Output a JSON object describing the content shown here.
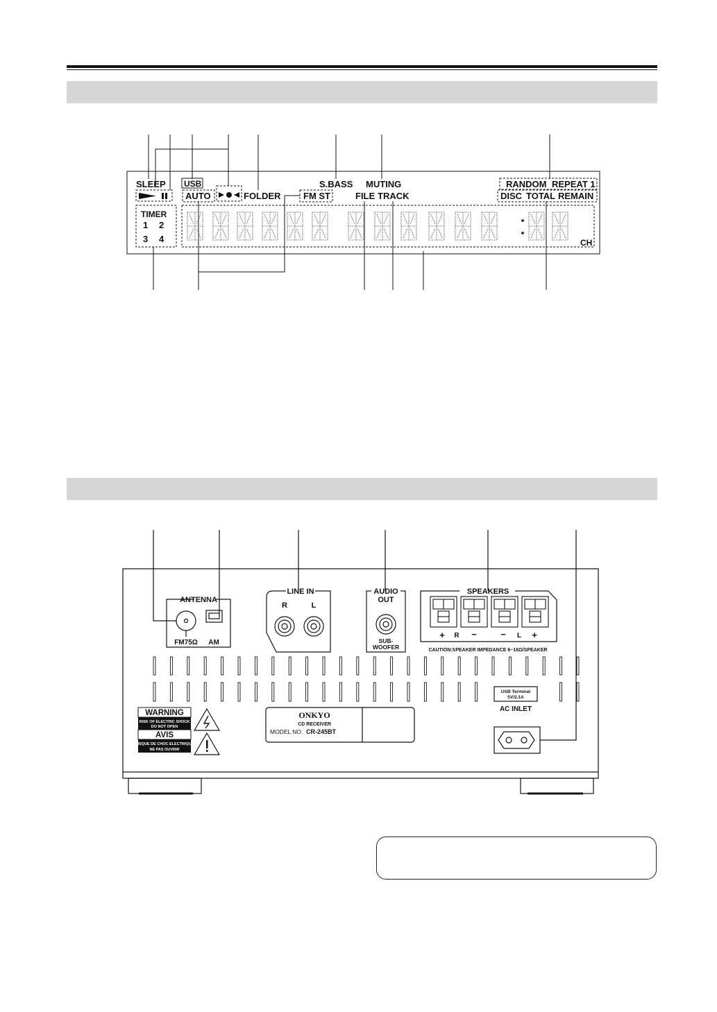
{
  "display": {
    "labels": {
      "sleep": "SLEEP",
      "usb": "USB",
      "folder": "FOLDER",
      "sbass": "S.BASS",
      "muting": "MUTING",
      "random": "RANDOM",
      "repeat": "REPEAT 1",
      "auto": "AUTO",
      "fmst": "FM ST",
      "file": "FILE",
      "track": "TRACK",
      "disc": "DISC",
      "total": "TOTAL",
      "remain": "REMAIN",
      "timer": "TIMER",
      "t1": "1",
      "t2": "2",
      "t3": "3",
      "t4": "4",
      "ch": "CH"
    }
  },
  "rear": {
    "antenna": "ANTENNA",
    "fm": "FM75Ω",
    "am": "AM",
    "line_in": "LINE IN",
    "r": "R",
    "l": "L",
    "audio_out_1": "AUDIO",
    "audio_out_2": "OUT",
    "sub1": "SUB-",
    "sub2": "WOOFER",
    "speakers": "SPEAKERS",
    "sp_plus": "+",
    "sp_r": "R",
    "sp_minus": "−",
    "sp_l": "L",
    "caution": "CAUTION:SPEAKER IMPEDANCE 6~16Ω/SPEAKER",
    "usb_terminal_1": "USB Terminal",
    "usb_terminal_2": "5V/2.1A",
    "ac_inlet": "AC INLET",
    "warning": "WARNING",
    "warning_sub1": "RISK OF ELECTRIC SHOCK",
    "warning_sub2": "DO NOT OPEN",
    "avis": "AVIS",
    "avis_sub1": "RISQUE DE CHOC ELECTRIQUE",
    "avis_sub2": "NE PAS OUVRIR",
    "brand": "ONKYO",
    "product": "CD RECEIVER",
    "model_label": "MODEL NO.",
    "model": "CR-245BT"
  },
  "colors": {
    "header_bar": "#d6d6d6",
    "ink": "#111111"
  }
}
